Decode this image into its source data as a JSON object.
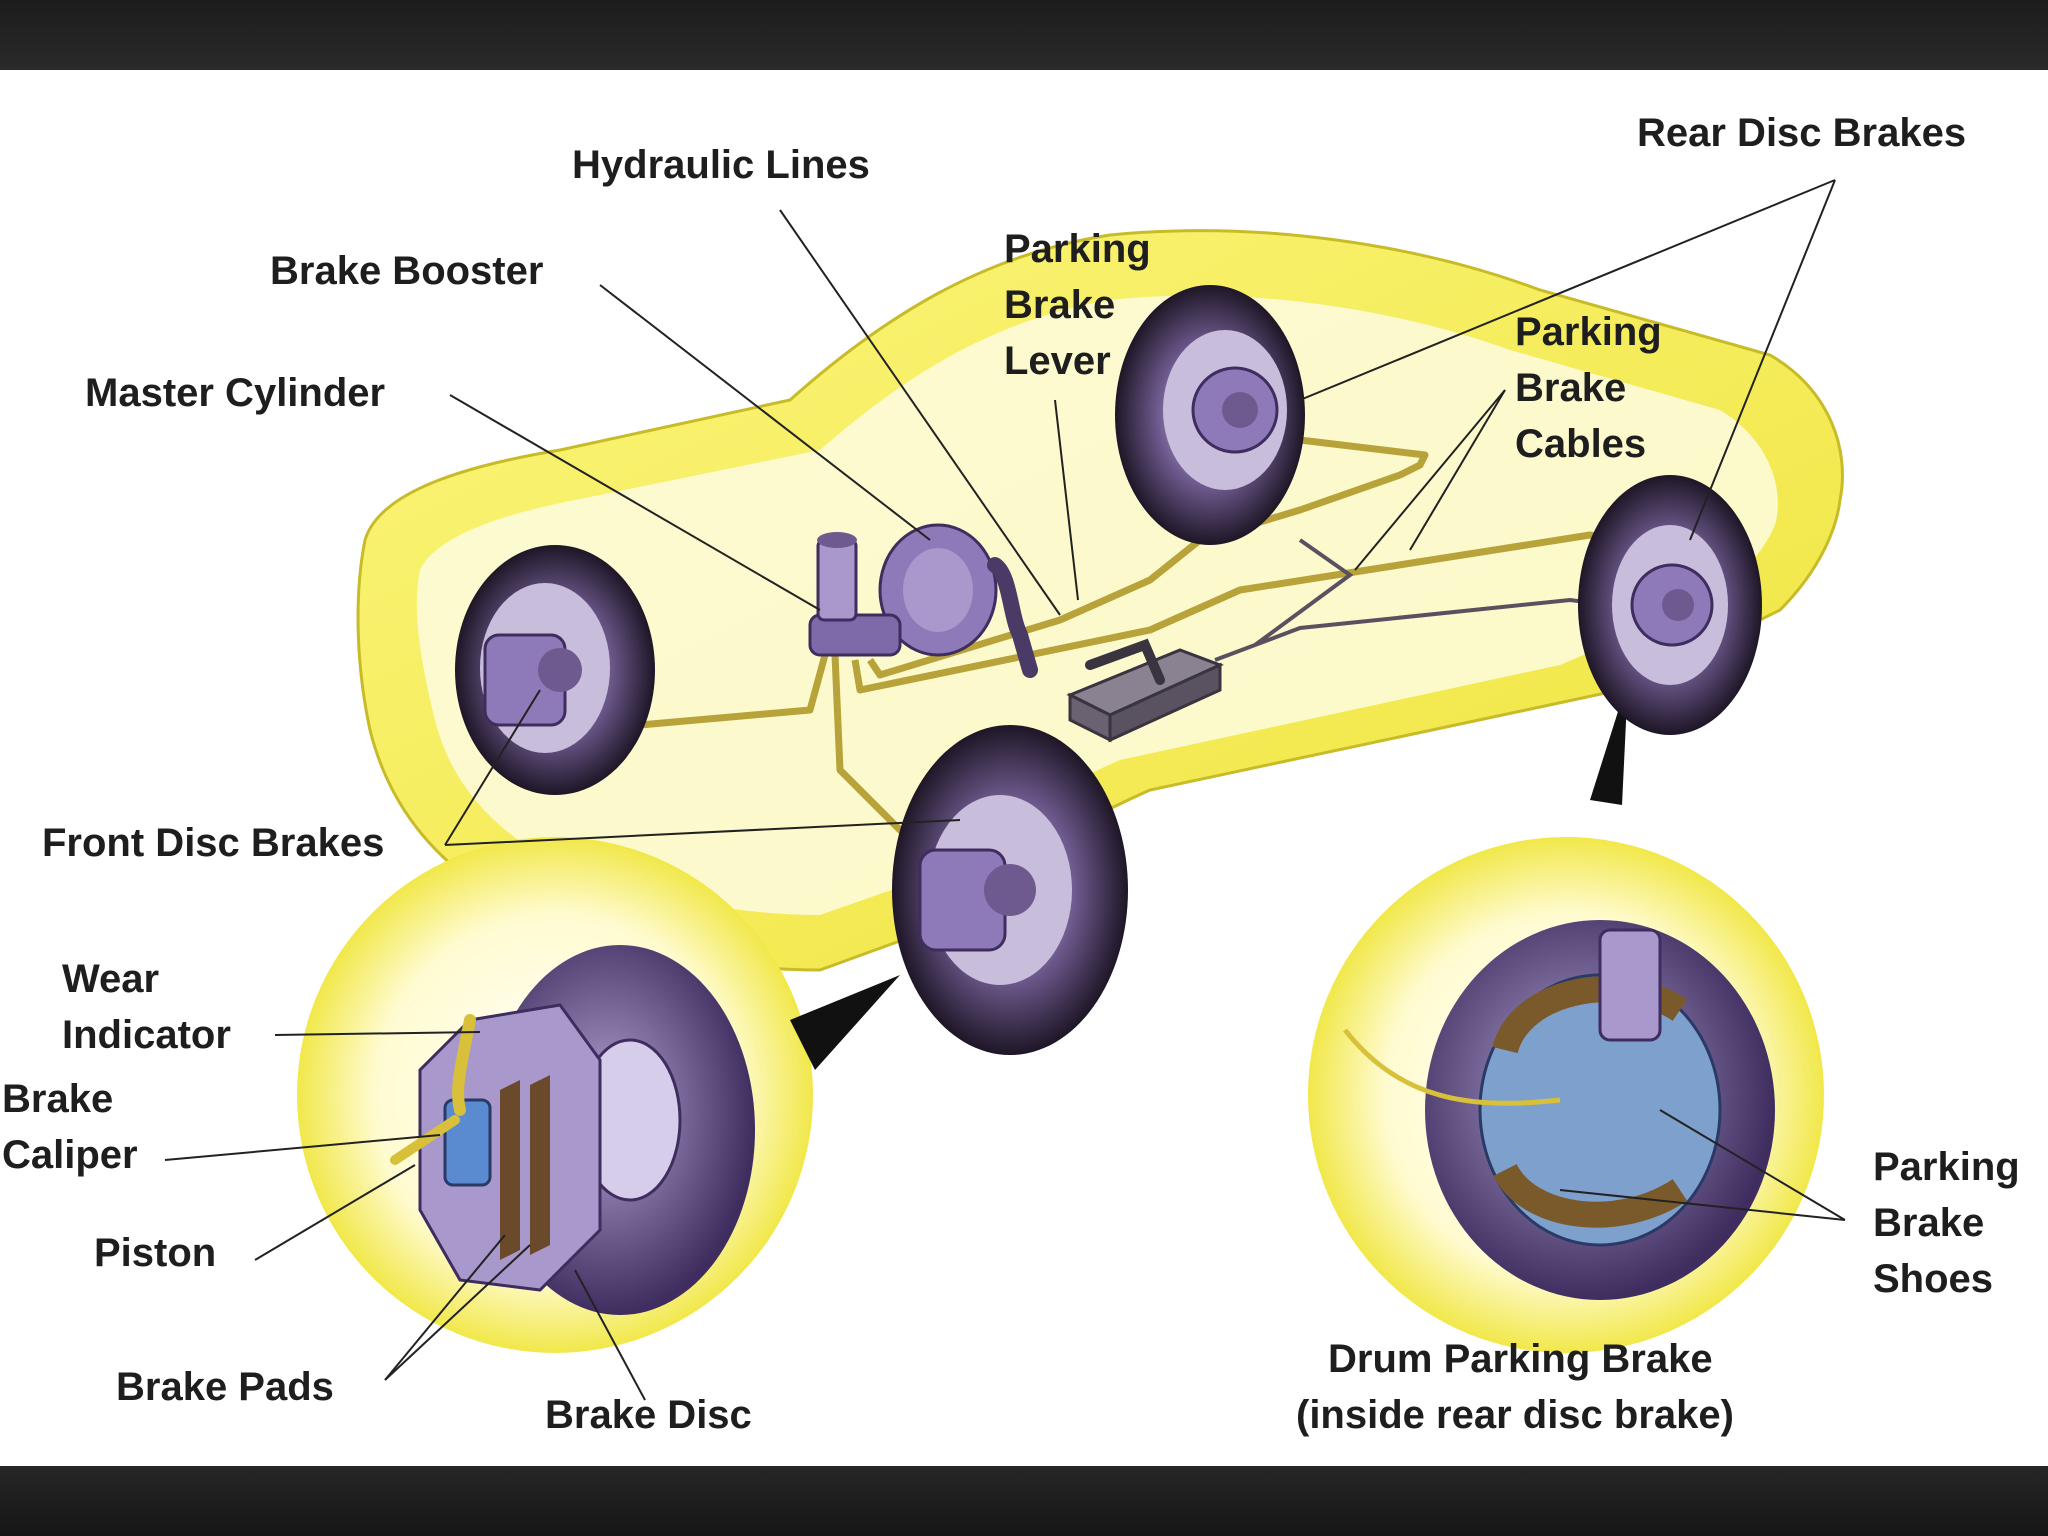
{
  "labels": {
    "hydraulic_lines": "Hydraulic Lines",
    "rear_disc_brakes": "Rear Disc Brakes",
    "brake_booster": "Brake Booster",
    "parking_brake_lever": [
      "Parking",
      "Brake",
      "Lever"
    ],
    "parking_brake_cables": [
      "Parking",
      "Brake",
      "Cables"
    ],
    "master_cylinder": "Master Cylinder",
    "front_disc_brakes": "Front Disc Brakes",
    "wear_indicator": [
      "Wear",
      "Indicator"
    ],
    "brake_caliper": [
      "Brake",
      "Caliper"
    ],
    "piston": "Piston",
    "brake_pads": "Brake Pads",
    "brake_disc": "Brake Disc",
    "parking_brake_shoes": [
      "Parking",
      "Brake",
      "Shoes"
    ],
    "drum_parking_brake": [
      "Drum Parking Brake",
      "(inside rear disc brake)"
    ]
  },
  "colors": {
    "car_glow": "#f5ef5a",
    "brake_parts": "#8e7ab8",
    "tire": "#2a2233",
    "hydraulic_line": "#b8a23a",
    "label_text": "#1e1e1e",
    "frame_band": "#1e1e1e"
  }
}
